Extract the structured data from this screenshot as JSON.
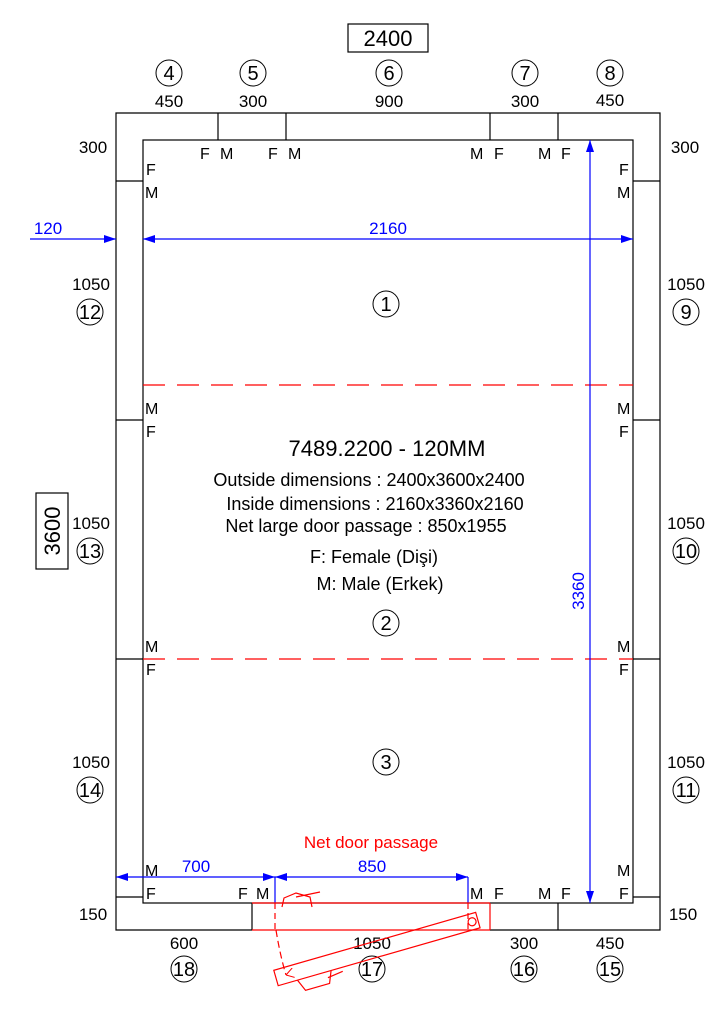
{
  "title_dims": {
    "width": "2400",
    "length": "3600"
  },
  "top_panels": [
    {
      "id": "4",
      "size": "450"
    },
    {
      "id": "5",
      "size": "300"
    },
    {
      "id": "6",
      "size": "900"
    },
    {
      "id": "7",
      "size": "300"
    },
    {
      "id": "8",
      "size": "450"
    }
  ],
  "left_panels": [
    {
      "id": "12",
      "size": "1050"
    },
    {
      "id": "13",
      "size": "1050"
    },
    {
      "id": "14",
      "size": "1050"
    }
  ],
  "right_panels": [
    {
      "id": "9",
      "size": "1050"
    },
    {
      "id": "10",
      "size": "1050"
    },
    {
      "id": "11",
      "size": "1050"
    }
  ],
  "bottom_panels": [
    {
      "id": "18",
      "size": "600"
    },
    {
      "id": "17",
      "size": "1050"
    },
    {
      "id": "16",
      "size": "300"
    },
    {
      "id": "15",
      "size": "450"
    }
  ],
  "corner_sizes": {
    "top_left": "300",
    "top_right": "300",
    "bottom_left": "150",
    "bottom_right": "150"
  },
  "floor_sections": [
    "1",
    "2",
    "3"
  ],
  "dimensions": {
    "wall": "120",
    "inside_width": "2160",
    "inside_length": "3360",
    "door_offset": "700",
    "door_width": "850"
  },
  "door_label": "Net door passage",
  "connector_labels": {
    "F": "F",
    "M": "M"
  },
  "info": {
    "model": "7489.2200 - 120MM",
    "outside": "Outside dimensions : 2400x3600x2400",
    "inside": "Inside dimensions : 2160x3360x2160",
    "door": "Net large door passage : 850x1955",
    "female": "F: Female (Dişi)",
    "male": "M: Male (Erkek)"
  },
  "colors": {
    "dimension": "#0000ff",
    "door": "#ff0000",
    "lines": "#000000"
  }
}
